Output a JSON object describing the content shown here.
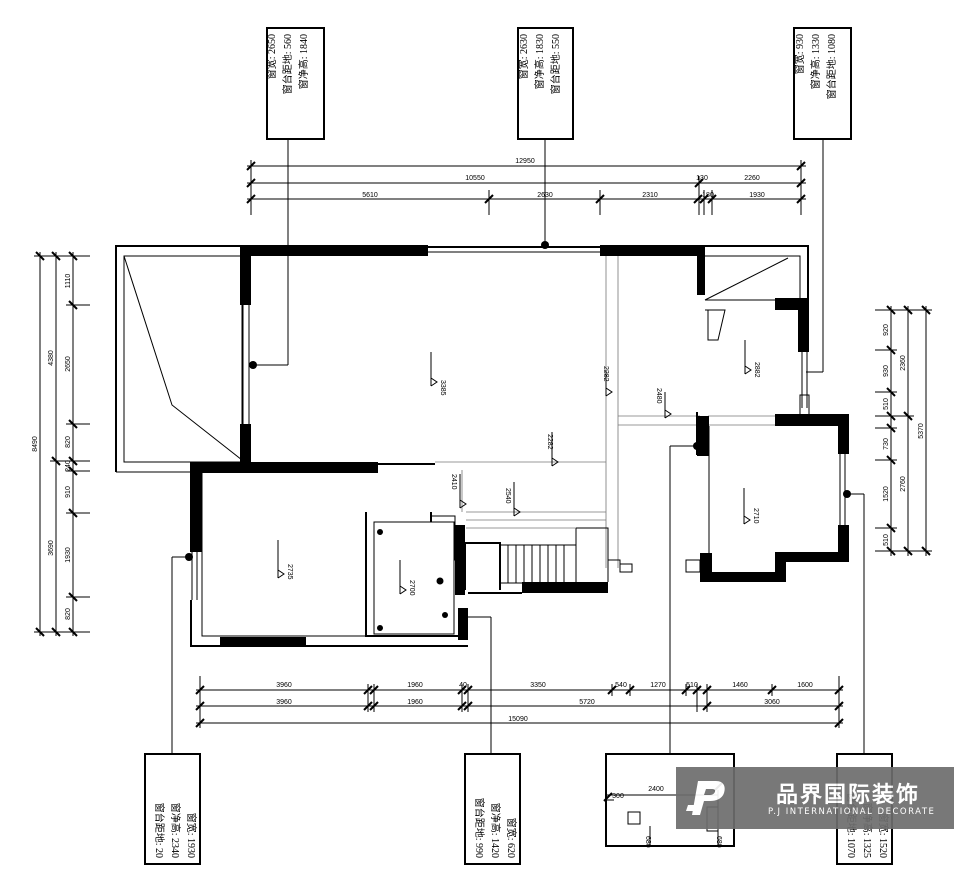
{
  "window_notes": {
    "top_left": [
      "窗宽: 2650",
      "窗台距地: 560",
      "窗净高: 1840"
    ],
    "top_center": [
      "窗宽: 2630",
      "窗净高: 1830",
      "窗台距地: 550"
    ],
    "top_right": [
      "窗宽: 930",
      "窗净高: 1330",
      "窗台距地: 1080"
    ],
    "bottom_left": [
      "窗宽: 1930",
      "窗净高: 2340",
      "窗台距地: 20"
    ],
    "bottom_center": [
      "窗宽: 620",
      "窗净高: 1420",
      "窗台距地: 990"
    ],
    "bottom_right": [
      "窗宽: 1520",
      "窗净高: 1325",
      "窗台距地: 1070"
    ]
  },
  "top_dims": {
    "total": "12950",
    "row2": [
      "10550",
      "2260"
    ],
    "row3": [
      "5610",
      "2630",
      "2310",
      "130",
      "180",
      "1930"
    ]
  },
  "bottom_dims": {
    "row1": [
      "3960",
      "1960",
      "40",
      "3350",
      "540",
      "1270",
      "510",
      "1460",
      "1600"
    ],
    "row2": [
      "3960",
      "1960",
      "5720",
      "3060"
    ],
    "total": "15090"
  },
  "left_dims": {
    "total": "8490",
    "col1": [
      "4380",
      "3690"
    ],
    "col2": [
      "1110",
      "2650",
      "820",
      "240",
      "910",
      "1930",
      "820"
    ]
  },
  "right_dims": {
    "total": "5370",
    "col1": [
      "2360",
      "2760"
    ],
    "col2": [
      "920",
      "930",
      "510",
      "730",
      "1520",
      "510"
    ]
  },
  "room_heights": [
    "3385",
    "2882",
    "2282",
    "2282",
    "2480",
    "2410",
    "2540",
    "2735",
    "2700",
    "2710"
  ],
  "inset": {
    "dims": [
      "2400",
      "300",
      "680",
      "680"
    ]
  },
  "logo": {
    "name_cn": "品界国际装饰",
    "name_en": "P.J INTERNATIONAL DECORATE"
  }
}
